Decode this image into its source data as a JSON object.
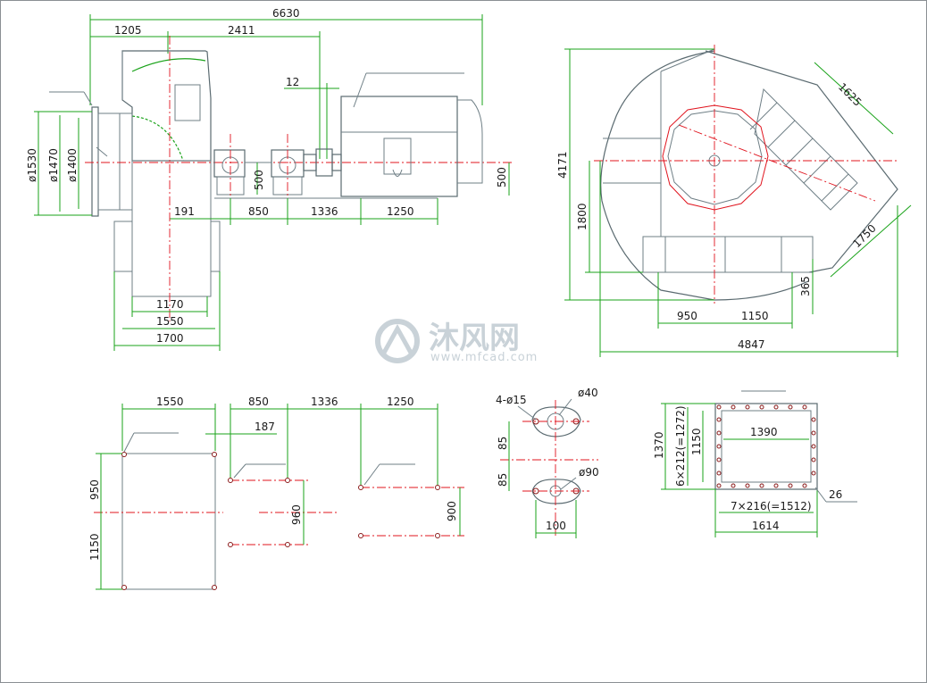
{
  "colors": {
    "dimension": "#1aa31a",
    "centerline": "#e0141e",
    "outline": "#6f7f86",
    "text": "#1a1a1a",
    "watermark": "#c9d2d8"
  },
  "side_view": {
    "overall": "6630",
    "left_offset": "1205",
    "to_coupling": "2411",
    "gap": "12",
    "d1530": "ø1530",
    "d1470": "ø1470",
    "d1400": "ø1400",
    "bearing_height": "500",
    "motor_height": "500",
    "d191": "191",
    "span850": "850",
    "span1336": "1336",
    "span1250": "1250",
    "w1170": "1170",
    "w1550": "1550",
    "w1700": "1700"
  },
  "front_view": {
    "height": "4171",
    "d1625": "1625",
    "d1800": "1800",
    "d1750": "1750",
    "d365": "365",
    "d950": "950",
    "d1150": "1150",
    "width": "4847"
  },
  "foundation": {
    "w1550": "1550",
    "w850": "850",
    "w1336": "1336",
    "w1250": "1250",
    "d187": "187",
    "h950": "950",
    "h1150": "1150",
    "h960": "960",
    "h900": "900"
  },
  "flange": {
    "holes": "4-ø15",
    "d40": "ø40",
    "d90": "ø90",
    "h85a": "85",
    "h85b": "85",
    "w100": "100"
  },
  "outlet": {
    "h1370": "1370",
    "h1150": "1150",
    "holes_v": "6×212(=1272)",
    "w1390": "1390",
    "holes_h": "7×216(=1512)",
    "w1614": "1614",
    "d26": "26"
  },
  "watermark": {
    "brand": "沐风网",
    "url": "www.mfcad.com"
  }
}
